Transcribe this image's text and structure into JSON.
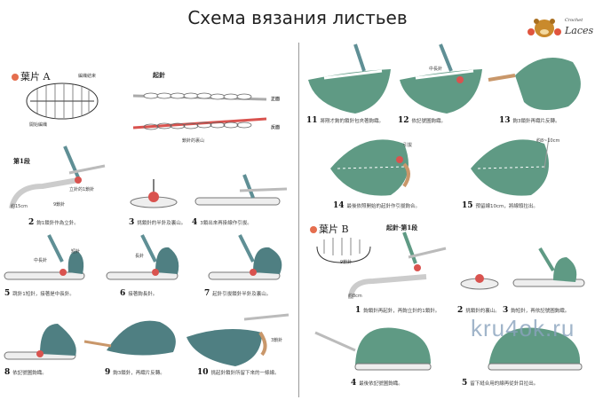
{
  "title": "Схема вязания листьев",
  "logo": {
    "line1": "Crochet",
    "line2": "Laces"
  },
  "watermark": "kru4ok.ru",
  "leaf_a": {
    "heading": "葉片 A",
    "end_label": "編織結束",
    "start_label": "開始編織",
    "chain": {
      "heading": "起針",
      "front": "正面",
      "back": "反面",
      "back_bump": "鎖針的裏山"
    },
    "row1": "第1段",
    "labels": {
      "sc": "短針",
      "hdc": "中長針",
      "dc": "長針",
      "turning": "立針的1鎖針",
      "ch9": "9鎖針",
      "tail": "約15cm",
      "ch3": "3鎖針",
      "slst": "引拔",
      "tail2": "約8~10cm"
    },
    "steps": [
      {
        "n": "2",
        "text": "鉤1鎖針作為立針。"
      },
      {
        "n": "3",
        "text": "挑鎖針的半針及裏山。"
      },
      {
        "n": "4",
        "text": "3鎖出來再掛線作引拔。"
      },
      {
        "n": "5",
        "text": "跳針1短針，接著是中長針。"
      },
      {
        "n": "6",
        "text": "接著鉤長針。"
      },
      {
        "n": "7",
        "text": "起針引拔鎖針半針及裏山。"
      },
      {
        "n": "8",
        "text": "依記號圖鉤織。"
      },
      {
        "n": "9",
        "text": "鉤3鎖針，再織片反轉。"
      },
      {
        "n": "10",
        "text": "挑起針鎖針所留下來的一條線。"
      },
      {
        "n": "11",
        "text": "將剛才鉤的鎖針包夾著鉤織。"
      },
      {
        "n": "12",
        "text": "依記號圖鉤織。"
      },
      {
        "n": "13",
        "text": "鉤3鎖針再織片反轉。"
      },
      {
        "n": "14",
        "text": "最後依照開始的起針作引拔鉤合。"
      },
      {
        "n": "15",
        "text": "預留線10cm，將線頭拉出。"
      }
    ]
  },
  "leaf_b": {
    "heading": "葉片 B",
    "sub": "起針·第1段",
    "ch9": "9鎖針",
    "tail": "約8cm",
    "steps": [
      {
        "n": "1",
        "text": "鉤鎖針再起針，再鉤立針的1鎖針。"
      },
      {
        "n": "2",
        "text": "挑鎖針的裏山。"
      },
      {
        "n": "3",
        "text": "鉤短針，再依記號圖鉤織。"
      },
      {
        "n": "4",
        "text": "最後依記號圖鉤織。"
      },
      {
        "n": "5",
        "text": "留下縫合用的線再從針目拉出。"
      }
    ]
  },
  "colors": {
    "green": "#5f9a84",
    "teal": "#4f7f82",
    "red": "#d9534f",
    "accent": "#e56e4e"
  }
}
